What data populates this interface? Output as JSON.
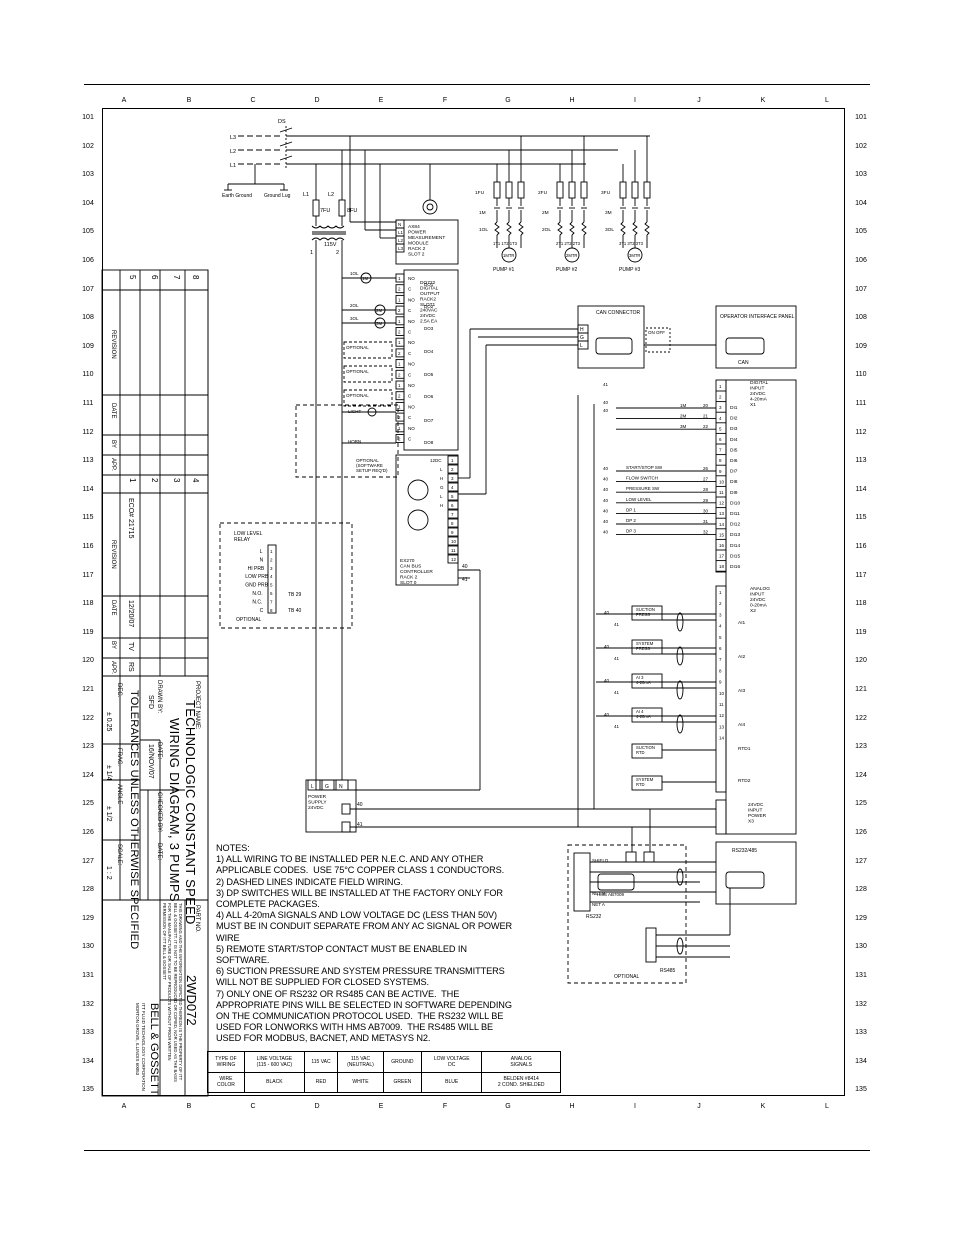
{
  "columns": [
    "A",
    "B",
    "C",
    "D",
    "E",
    "F",
    "G",
    "H",
    "I",
    "J",
    "K",
    "L"
  ],
  "rows": [
    "101",
    "102",
    "103",
    "104",
    "105",
    "106",
    "107",
    "108",
    "109",
    "110",
    "111",
    "112",
    "113",
    "114",
    "115",
    "116",
    "117",
    "118",
    "119",
    "120",
    "121",
    "122",
    "123",
    "124",
    "125",
    "126",
    "127",
    "128",
    "129",
    "130",
    "131",
    "132",
    "133",
    "134",
    "135"
  ],
  "title_block": {
    "project_name_label": "PROJECT NAME:",
    "project_name": "TECHNOLOGIC CONSTANT SPEED",
    "project_name_2": "WIRING DIAGRAM, 3 PUMPS",
    "drawn_by_label": "DRAWN BY:",
    "drawn_by": "SFD",
    "date_label": "DATE:",
    "date": "16/NOV/07",
    "checked_label": "CHECKED BY:",
    "checked_date_label": "DATE:",
    "tolerances": "TOLERANCES UNLESS OTHERWISE SPECIFIED",
    "dec_label": "DEC.",
    "dec_value": "± 0.25",
    "frac_label": "FRAC.",
    "frac_value": "± 1/4",
    "angle_label": "ANGLE",
    "angle_value": "± 1/2",
    "scale_label": "SCALE:",
    "scale_value": "1 : 2",
    "part_no_label": "PART NO.",
    "part_no": "2WD072",
    "disclaimer": "THIS DRAWING AND THE INFORMATION DEPICTED THEREON IS THE PROPERTY OF ITT BELL & GOSSETT. IT IS NOT TO BE REPRODUCED OR COPIED, NOR USED AS THE BASIS FOR THE MANUFACTURE OR SALE OF PRODUCTS WITHOUT PRIOR WRITTEN PERMISSION OF ITT BELL & GOSSETT",
    "company": "BELL & GOSSETT",
    "company_sub1": "ITT FLUID TECHNOLOGY CORPORATION",
    "company_sub2": "MORTON GROVE, ILLINOIS 60053"
  },
  "revision_table": {
    "headers": [
      "REVISION",
      "DATE",
      "BY",
      "APP."
    ],
    "upper_numbers": [
      "5",
      "6",
      "7",
      "8"
    ],
    "lower_numbers": [
      "1",
      "2",
      "3",
      "4"
    ],
    "rev1_revision": "ECO# 21715",
    "rev1_date": "12/20/07",
    "rev1_by": "TV",
    "rev1_app": "RS"
  },
  "diagram": {
    "ds": "DS",
    "l3": "L3",
    "l2": "L2",
    "l1": "L1",
    "earth_ground": "Earth Ground",
    "ground_lug": "Ground Lug",
    "l1_top": "L1",
    "l2_top": "L2",
    "fu7": "7FU",
    "fu8": "8FU",
    "v115": "115V",
    "x1": "1",
    "x2": "2",
    "power_module": "AX84\nPOWER\nMEASUREMENT\nMODULE\nRACK 2\nSLOT 2",
    "digital_output": "DO722\nDIGITAL\nOUTPUT\nRACK2\nSLOT1\n240VAC\n24VDC\n2.5A EA",
    "can_bus": "EX270\nCAN BUS\nCONTROLLER\nRACK 2\nSLOT 0",
    "fuses": [
      "1FU",
      "2FU",
      "3FU"
    ],
    "contactors": [
      "1M",
      "2M",
      "3M"
    ],
    "overloads": [
      "1OL",
      "2OL",
      "3OL"
    ],
    "motors": [
      "1MTR",
      "2MTR",
      "3MTR"
    ],
    "pumps": [
      "PUMP #1",
      "PUMP #2",
      "PUMP #3"
    ],
    "terminals_m1": "1T1 1T2 1T3",
    "terminals_m2": "2T1 2T2 2T3",
    "terminals_m3": "3T1 3T2 3T3",
    "optional": "OPTIONAL",
    "light": "LIGHT",
    "horn": "HORN",
    "optional_setup": "OPTIONAL\n(SOFTWARE\nSETUP REQ'D)",
    "low_level_relay": "LOW LEVEL\nRELAY",
    "relay_terms": [
      "L",
      "N",
      "HI PRB",
      "LOW PRB",
      "GND PRB",
      "N.O.",
      "N.C.",
      "C"
    ],
    "tb29": "TB 29",
    "tb40": "TB 40",
    "power_supply": "POWER\nSUPPLY\n24VDC",
    "ps_terms": [
      "L",
      "G",
      "N"
    ],
    "can_connector": "CAN CONNECTOR",
    "can_terms": [
      "H",
      "G",
      "L"
    ],
    "on_off": "ON   OFF",
    "operator_panel": "OPERATOR INTERFACE PANEL",
    "can": "CAN",
    "digital_input": "DIGITAL\nINPUT\n24VDC\n4-20mA\nX1",
    "di_labels": [
      "DI1",
      "DI2",
      "DI3",
      "DI4",
      "DI5",
      "DI6",
      "DI7",
      "DI8",
      "DI9",
      "DI10",
      "DI11",
      "DI12",
      "DI13",
      "DI14",
      "DI15",
      "DI16"
    ],
    "start_stop": "START/STOP SW",
    "flow_switch": "FLOW SWITCH",
    "pressure_sw": "PRESSURE SW",
    "low_level": "LOW LEVEL",
    "dp1": "DP 1",
    "dp2": "DP 2",
    "dp3": "DP 3",
    "analog_input": "ANALOG\nINPUT\n24VDC\n0-20mA\nX2",
    "suction_press": "SUCTION\nPRESS",
    "system_press": "SYSTEM\nPRESS",
    "ai3": "AI 3\n4-20mA",
    "ai4": "AI 4\n4-20mA",
    "ai_labels": [
      "AI1",
      "AI2",
      "AI3",
      "AI4"
    ],
    "suction_rtd": "SUCTION\nRTD",
    "system_rtd": "SYSTEM\nRTD",
    "rtd1": "RTD1",
    "rtd2": "RTD2",
    "dc_input": "24VDC\nINPUT\nPOWER\nX3",
    "rs232_485": "RS232/485",
    "shield": "SHIELD",
    "net_b": "NET B",
    "net_a": "NET A",
    "hms": "HMS AB7009",
    "rs232": "RS232",
    "rs485": "RS485",
    "wire40": "40",
    "wire41": "41",
    "wire29": "29"
  },
  "notes": {
    "title": "NOTES:",
    "lines": [
      "1) ALL WIRING TO BE INSTALLED PER N.E.C. AND ANY OTHER",
      "APPLICABLE CODES.  USE 75°C COPPER CLASS 1 CONDUCTORS.",
      "2) DASHED LINES INDICATE FIELD WIRING.",
      "3) DP SWITCHES WILL BE INSTALLED AT THE FACTORY ONLY FOR",
      "COMPLETE PACKAGES.",
      "4) ALL 4-20mA SIGNALS AND LOW VOLTAGE DC (LESS THAN 50V)",
      "MUST BE IN CONDUIT SEPARATE FROM ANY AC SIGNAL OR POWER",
      "WIRE",
      "5) REMOTE START/STOP CONTACT MUST BE ENABLED IN",
      "SOFTWARE.",
      "6) SUCTION PRESSURE AND SYSTEM PRESSURE TRANSMITTERS",
      "WILL NOT BE SUPPLIED FOR CLOSED SYSTEMS.",
      "7) ONLY ONE OF RS232 OR RS485 CAN BE ACTIVE.  THE",
      "APPROPRIATE PINS WILL BE SELECTED IN SOFTWARE DEPENDING",
      "ON THE COMMUNICATION PROTOCOL USED.  THE RS232 WILL BE",
      "USED FOR LONWORKS WITH HMS AB7009.  THE RS485 WILL BE",
      "USED FOR MODBUS, BACNET, AND METASYS N2."
    ]
  },
  "wiring_table": {
    "row1": [
      "TYPE OF\nWIRING",
      "LINE VOLTAGE\n(115 - 600 VAC)",
      "115 VAC",
      "115 VAC\n(NEUTRAL)",
      "GROUND",
      "LOW VOLTAGE\nDC",
      "ANALOG\nSIGNALS"
    ],
    "row2": [
      "WIRE\nCOLOR",
      "BLACK",
      "RED",
      "WHITE",
      "GREEN",
      "BLUE",
      "BELDEN #8414\n2 COND. SHIELDED"
    ]
  }
}
